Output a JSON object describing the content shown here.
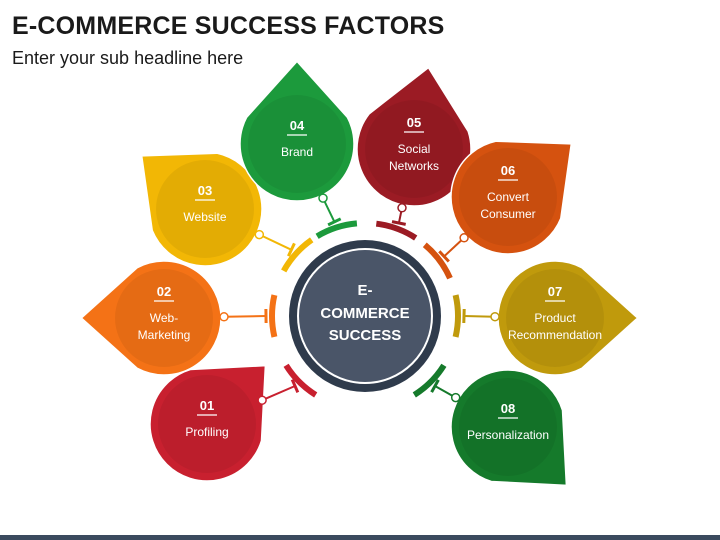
{
  "header": {
    "title": "E-COMMERCE SUCCESS FACTORS",
    "subtitle": "Enter your sub headline here"
  },
  "center": {
    "lines": [
      "E-",
      "COMMERCE",
      "SUCCESS"
    ],
    "fill": "#4a5568",
    "ring": "#2f3b4c"
  },
  "factors": [
    {
      "number": "01",
      "lines": [
        "Profiling"
      ],
      "color": "#c8202f"
    },
    {
      "number": "02",
      "lines": [
        "Web-",
        "Marketing"
      ],
      "color": "#f47216"
    },
    {
      "number": "03",
      "lines": [
        "Website"
      ],
      "color": "#f2b705"
    },
    {
      "number": "04",
      "lines": [
        "Brand"
      ],
      "color": "#1c9a3c"
    },
    {
      "number": "05",
      "lines": [
        "Social",
        "Networks"
      ],
      "color": "#9b1b24"
    },
    {
      "number": "06",
      "lines": [
        "Convert",
        "Consumer"
      ],
      "color": "#d5520f"
    },
    {
      "number": "07",
      "lines": [
        "Product",
        "Recommendation"
      ],
      "color": "#c09a0c"
    },
    {
      "number": "08",
      "lines": [
        "Personalization"
      ],
      "color": "#157a2b"
    }
  ]
}
